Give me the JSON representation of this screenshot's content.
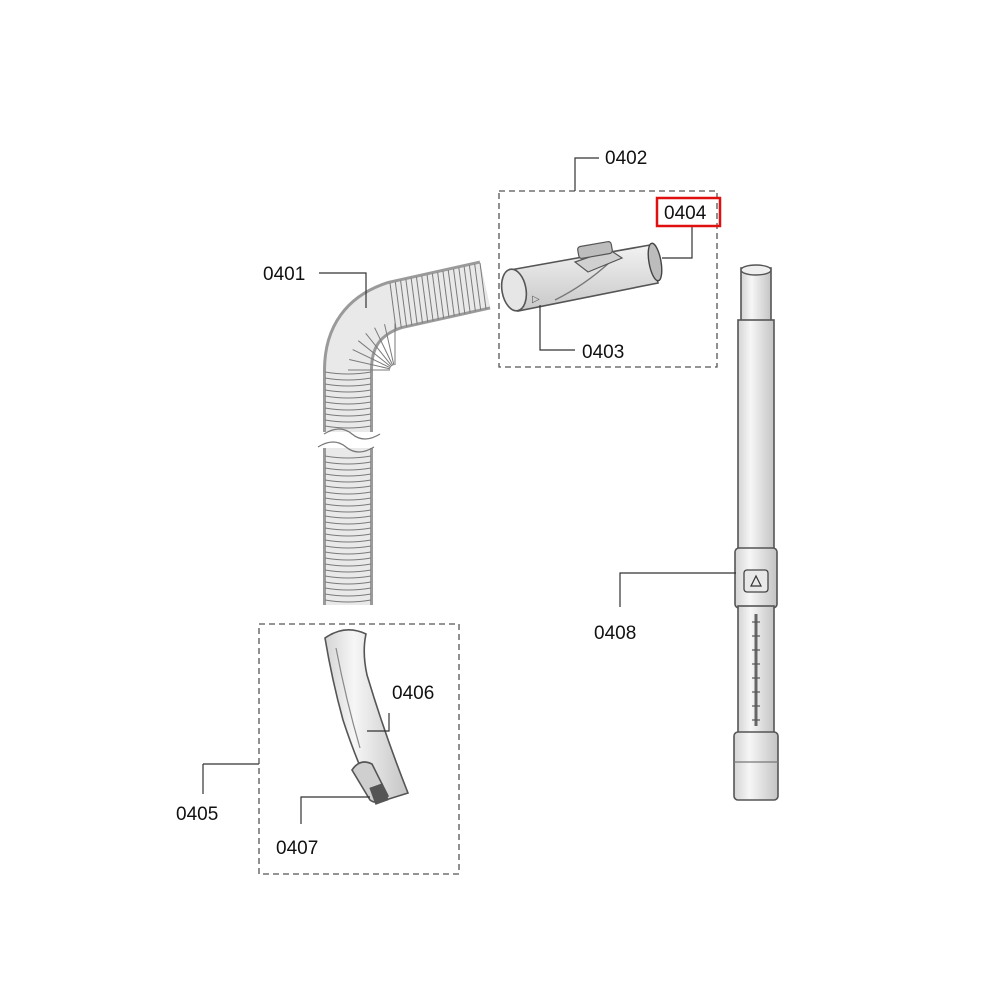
{
  "diagram": {
    "highlight_color": "#e01010",
    "parts": [
      {
        "id": "hose",
        "label": "0401"
      },
      {
        "id": "handle_assembly",
        "label": "0402"
      },
      {
        "id": "handle_body",
        "label": "0403"
      },
      {
        "id": "seal_ring",
        "label": "0404",
        "highlighted": true
      },
      {
        "id": "grip_assembly",
        "label": "0405"
      },
      {
        "id": "curved_grip",
        "label": "0406"
      },
      {
        "id": "grip_slider",
        "label": "0407"
      },
      {
        "id": "telescopic_tube",
        "label": "0408"
      }
    ]
  }
}
